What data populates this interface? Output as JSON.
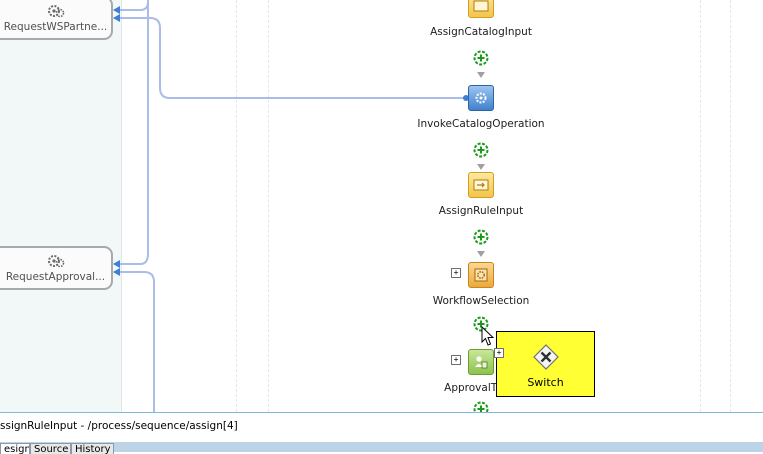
{
  "partners": [
    {
      "label": "RequestWSPartne...",
      "icon": "gear-icon"
    },
    {
      "label": "RequestApproval...",
      "icon": "gear-icon"
    }
  ],
  "activities": [
    {
      "label": "AssignCatalogInput",
      "type": "assign",
      "icon": "assign-icon"
    },
    {
      "label": "InvokeCatalogOperation",
      "type": "invoke",
      "icon": "invoke-icon"
    },
    {
      "label": "AssignRuleInput",
      "type": "assign",
      "icon": "assign-icon"
    },
    {
      "label": "WorkflowSelection",
      "type": "business-rule",
      "icon": "business-rule-icon"
    },
    {
      "label": "ApprovalTa",
      "type": "human-task",
      "icon": "human-task-icon"
    }
  ],
  "drag_tooltip": {
    "label": "Switch",
    "icon": "switch-icon"
  },
  "status": {
    "path": "ssignRuleInput - /process/sequence/assign[4]"
  },
  "tabs": [
    {
      "label": "esign",
      "active": true
    },
    {
      "label": "Source",
      "active": false
    },
    {
      "label": "History",
      "active": false
    }
  ],
  "colors": {
    "wire": "#a9bde8",
    "add_icon": "#1a9a1a",
    "tooltip_bg": "#ffff33",
    "assign": "#f3c54a",
    "invoke": "#3f82cc",
    "human_task": "#8ec24e"
  }
}
